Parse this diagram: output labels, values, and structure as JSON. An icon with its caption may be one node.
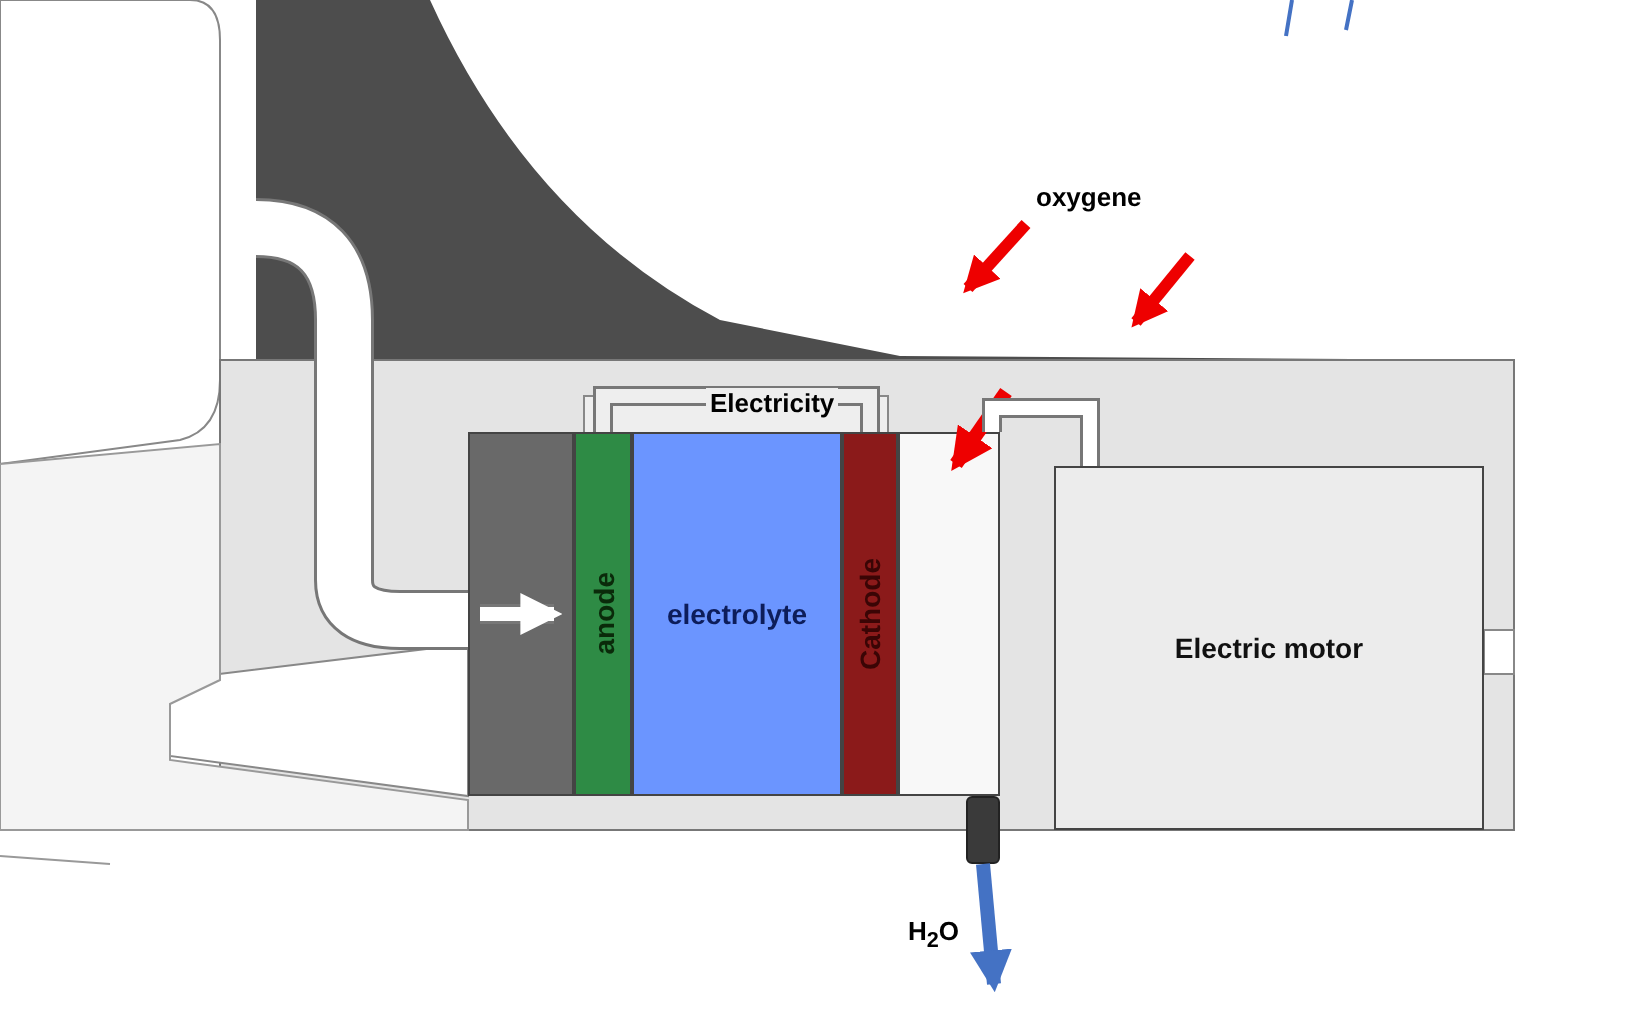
{
  "diagram": {
    "nodes": [
      {
        "text": [],
        "shape": "bar"
      },
      {
        "text": [
          "anode"
        ]
      },
      {
        "text": [
          "electrolyte"
        ]
      },
      {
        "text": [
          "Cathode"
        ]
      },
      {
        "text": [],
        "shape": "bar"
      },
      {
        "text": [
          "Electric motor"
        ]
      },
      {
        "text": [],
        "shape": "cylinder"
      }
    ],
    "edges": [
      {
        "from": 1,
        "to": 3,
        "arrow": "none",
        "label": "Electricity",
        "color": "#eeeeee"
      },
      {
        "from": null,
        "to": 0,
        "arrow": "to",
        "color": "#ffffff"
      },
      {
        "from": null,
        "to": 4,
        "arrow": "to",
        "color": "#ee0000"
      },
      {
        "from": 6,
        "to": null,
        "arrow": "to",
        "color": "#4472c4",
        "label": "H$_{2}$O"
      },
      {
        "from": 4,
        "to": 5,
        "arrow": "none",
        "color": "#ffffff"
      }
    ],
    "labels": [
      "oxygene"
    ]
  }
}
